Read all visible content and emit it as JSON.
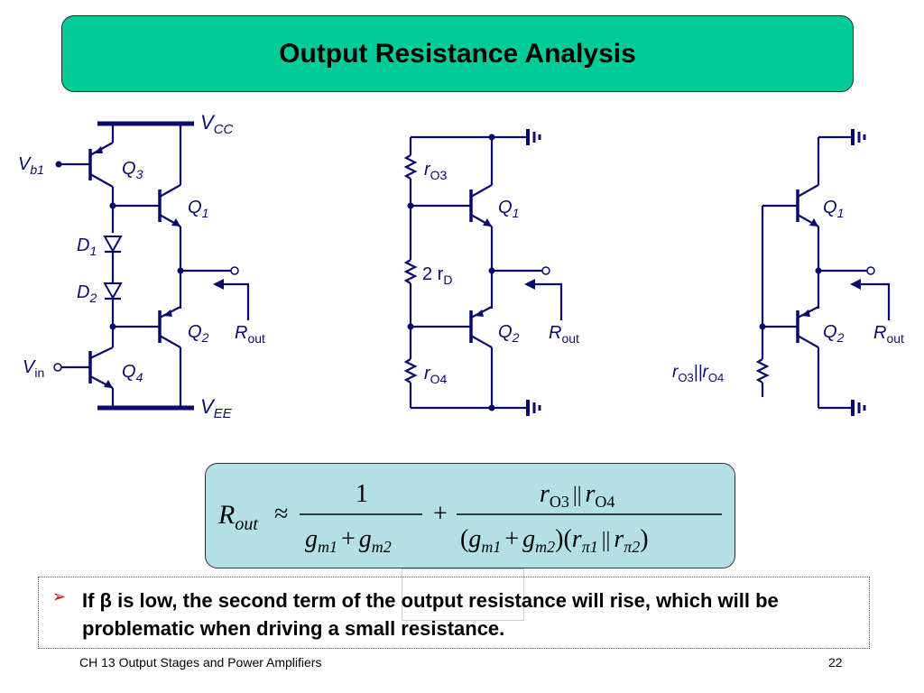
{
  "slide": {
    "title": "Output Resistance Analysis"
  },
  "circuits": {
    "left": {
      "vcc": "V",
      "vcc_sub": "CC",
      "vee": "V",
      "vee_sub": "EE",
      "vb1": "V",
      "vb1_sub": "b1",
      "vin": "V",
      "vin_sub": "in",
      "q3": "Q",
      "q3_sub": "3",
      "q1": "Q",
      "q1_sub": "1",
      "q2": "Q",
      "q2_sub": "2",
      "q4": "Q",
      "q4_sub": "4",
      "d1": "D",
      "d1_sub": "1",
      "d2": "D",
      "d2_sub": "2",
      "rout": "R",
      "rout_sub": "out"
    },
    "middle": {
      "ro3": "r",
      "ro3_sub": "O3",
      "rd": "2 r",
      "rd_sub": "D",
      "ro4": "r",
      "ro4_sub": "O4",
      "q1": "Q",
      "q1_sub": "1",
      "q2": "Q",
      "q2_sub": "2",
      "rout": "R",
      "rout_sub": "out"
    },
    "right": {
      "rpar": "r",
      "rpar_sub1": "O3",
      "rpar_mid": "||r",
      "rpar_sub2": "O4",
      "q1": "Q",
      "q1_sub": "1",
      "q2": "Q",
      "q2_sub": "2",
      "rout": "R",
      "rout_sub": "out"
    }
  },
  "formula": {
    "lhs": "R",
    "lhs_sub": "out",
    "approx": "≈",
    "num1": "1",
    "den1_g": "g",
    "den1_m1": "m1",
    "den1_plus": "+",
    "den1_g2": "g",
    "den1_m2": "m2",
    "plus": "+",
    "num2_r": "r",
    "num2_o3": "O3",
    "num2_par": "||",
    "num2_r2": "r",
    "num2_o4": "O4",
    "den2_open": "(",
    "den2_g": "g",
    "den2_m1": "m1",
    "den2_plus": "+",
    "den2_g2": "g",
    "den2_m2": "m2",
    "den2_mid": ")(",
    "den2_r": "r",
    "den2_pi1": "π1",
    "den2_par": "||",
    "den2_r2": "r",
    "den2_pi2": "π2",
    "den2_close": ")"
  },
  "note": {
    "bullet": "➢",
    "text": "If β is low, the second term of the output resistance will rise, which will be problematic when driving a small resistance."
  },
  "footer": {
    "chapter": "CH 13 Output Stages and Power Amplifiers",
    "page": "22"
  }
}
